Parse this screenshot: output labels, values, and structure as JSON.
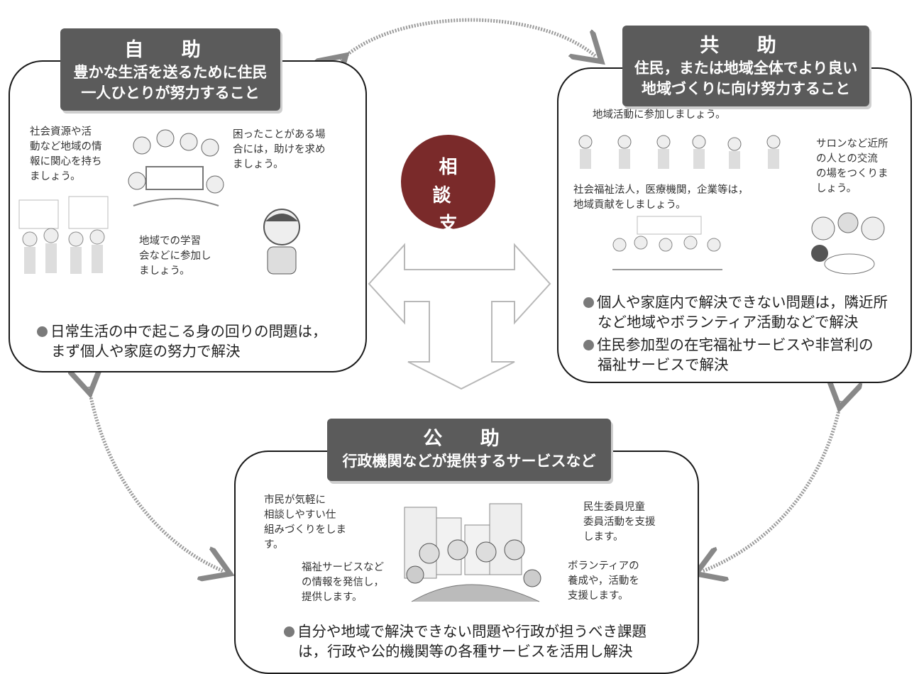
{
  "center": {
    "line1": "相　談",
    "line2": "支　援"
  },
  "self_help": {
    "title": "自 助",
    "subtitle_1": "豊かな生活を送るために住民",
    "subtitle_2": "一人ひとりが努力すること",
    "notes": [
      [
        "社会資源や活",
        "動など地域の情",
        "報に関心を持ち",
        "ましょう。"
      ],
      [
        "困ったことがある場",
        "合には，助けを求め",
        "ましょう。"
      ],
      [
        "地域での学習",
        "会などに参加し",
        "ましょう。"
      ]
    ],
    "bullets": [
      "日常生活の中で起こる身の回りの問題は，",
      "まず個人や家庭の努力で解決"
    ]
  },
  "mutual_help": {
    "title": "共 助",
    "subtitle_1": "住民，または地域全体でより良い",
    "subtitle_2": "地域づくりに向け努力すること",
    "notes": [
      [
        "地域活動に参加しましょう。"
      ],
      [
        "サロンなど近所",
        "の人との交流",
        "の場をつくりま",
        "しょう。"
      ],
      [
        "社会福祉法人，医療機関，企業等は，",
        "地域貢献をしましょう。"
      ]
    ],
    "bullets": [
      "個人や家庭内で解決できない問題は，隣近所",
      "など地域やボランティア活動などで解決",
      "住民参加型の在宅福祉サービスや非営利の",
      "福祉サービスで解決"
    ]
  },
  "public_help": {
    "title": "公 助",
    "subtitle_1": "行政機関などが提供するサービスなど",
    "notes": [
      [
        "市民が気軽に",
        "相談しやすい仕",
        "組みづくりをしま",
        "す。"
      ],
      [
        "福祉サービスなど",
        "の情報を発信し，",
        "提供します。"
      ],
      [
        "民生委員児童",
        "委員活動を支援",
        "します。"
      ],
      [
        "ボランティアの",
        "養成や，活動を",
        "支援します。"
      ]
    ],
    "bullets": [
      "自分や地域で解決できない問題や行政が担うべき課題",
      "は，行政や公的機関等の各種サービスを活用し解決"
    ]
  },
  "colors": {
    "title_bg": "#5b5b5b",
    "center_bg": "#7a2a2a",
    "bullet_dot": "#7a7a7a"
  }
}
